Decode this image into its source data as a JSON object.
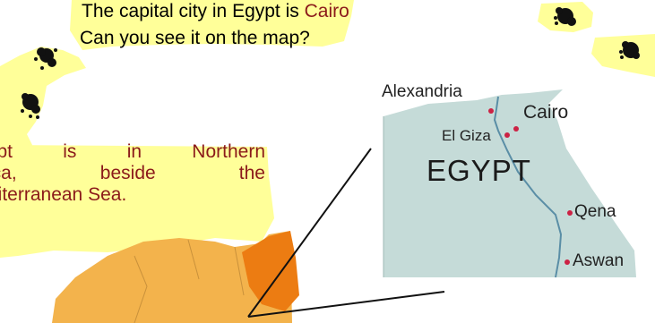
{
  "intro": {
    "line1_prefix": "The capital city in Egypt is ",
    "line1_capital": "Cairo",
    "line2": "Can you see it on the map?"
  },
  "africa_text": {
    "words": [
      "ypt",
      "is",
      "in",
      "Northern",
      "ica,",
      "beside",
      "the",
      "diterranean Sea."
    ]
  },
  "map": {
    "title": "EGYPT",
    "cities": [
      "Alexandria",
      "Cairo",
      "El Giza",
      "Qena",
      "Aswan"
    ]
  },
  "colors": {
    "accent": "#8b1a1a",
    "highlight": "#ffff99",
    "map_land": "#c5dbd8",
    "africa_fill": "#f3b34c",
    "egypt_highlight": "#ec7c12",
    "city_dot": "#cc2244",
    "river": "#5a8ea6"
  }
}
